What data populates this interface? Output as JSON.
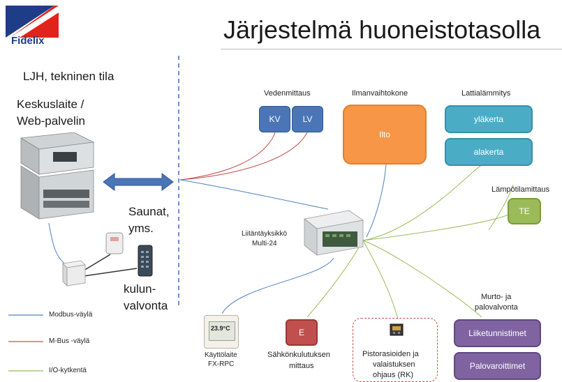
{
  "logo": {
    "text": "Fidelix",
    "colors": {
      "blue": "#1f3c88",
      "red": "#e2231a"
    }
  },
  "title": "Järjestelmä huoneistotasolla",
  "left": {
    "area": "LJH, tekninen tila",
    "central_unit": [
      "Keskuslaite /",
      "Web-palvelin"
    ],
    "sauna": [
      "Saunat,",
      "yms."
    ],
    "access": [
      "kulun-",
      "valvonta"
    ]
  },
  "legend": [
    {
      "label": "Modbus-väylä",
      "color": "#4f81bd"
    },
    {
      "label": "M-Bus -väylä",
      "color": "#c0504d"
    },
    {
      "label": "I/O-kytkentä",
      "color": "#9bbb59"
    }
  ],
  "water": {
    "label": "Vedenmittaus",
    "kv": "KV",
    "lv": "LV"
  },
  "ventilation": {
    "label": "Ilmanvaihtokone",
    "box": "Ilto"
  },
  "floor_heating": {
    "label": "Lattialämmitys",
    "upper": "yläkerta",
    "lower": "alakerta"
  },
  "temperature": {
    "label": "Lämpötilamittaus",
    "box": "TE"
  },
  "junction": {
    "label": [
      "Liitäntäyksikkö",
      "Multi-24"
    ]
  },
  "panel": {
    "display": "23.9°C",
    "label": [
      "Käyttölaite",
      "FX-RPC"
    ]
  },
  "energy": {
    "box": "E",
    "label": [
      "Sähkönkulutuksen",
      "mittaus"
    ]
  },
  "sockets": {
    "label": [
      "Pistorasioiden ja",
      "valaistuksen",
      "ohjaus (RK)"
    ]
  },
  "alarm": {
    "label": [
      "Murto- ja",
      "palovalvonta"
    ],
    "motion": "Liiketunnistimet",
    "fire": "Palovaroittimet"
  }
}
